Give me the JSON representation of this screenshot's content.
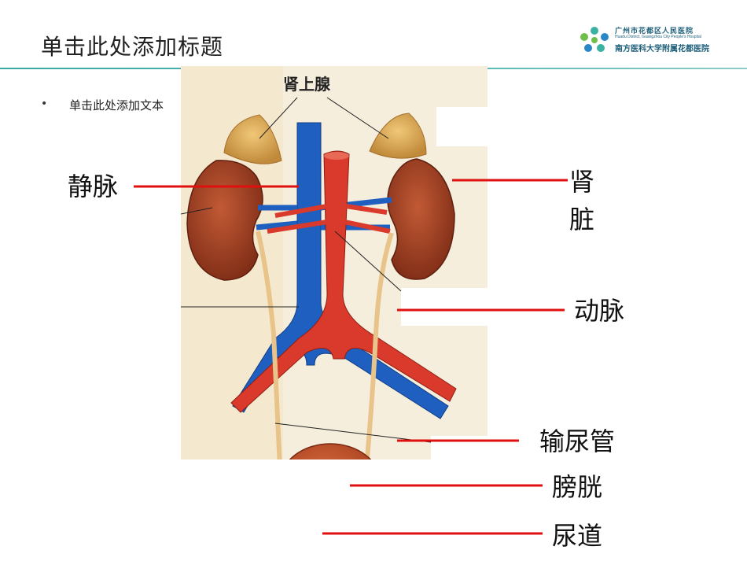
{
  "slide": {
    "title": "单击此处添加标题",
    "bullet_symbol": "•",
    "bullet_text": "单击此处添加文本"
  },
  "logo": {
    "line1": "广州市花都区人民医院",
    "line2": "Huadu District, Guangzhou City People's Hospital",
    "line3": "南方医科大学附属花都医院"
  },
  "figure": {
    "top_label": "肾上腺",
    "labels": {
      "vein": "静脉",
      "kidney_1": "肾",
      "kidney_2": "脏",
      "artery": "动脉",
      "ureter": "输尿管",
      "bladder": "膀胱",
      "urethra": "尿道"
    }
  },
  "colors": {
    "accent_rule": "#3aa8a3",
    "pointer_line": "#e01010",
    "vein": "#1f5fbf",
    "artery": "#d93a2b",
    "kidney": "#9b3a20",
    "adrenal": "#d9a650",
    "bladder": "#c0512a",
    "ureter": "#e8c48a",
    "figure_bg": "#f6eedc"
  }
}
